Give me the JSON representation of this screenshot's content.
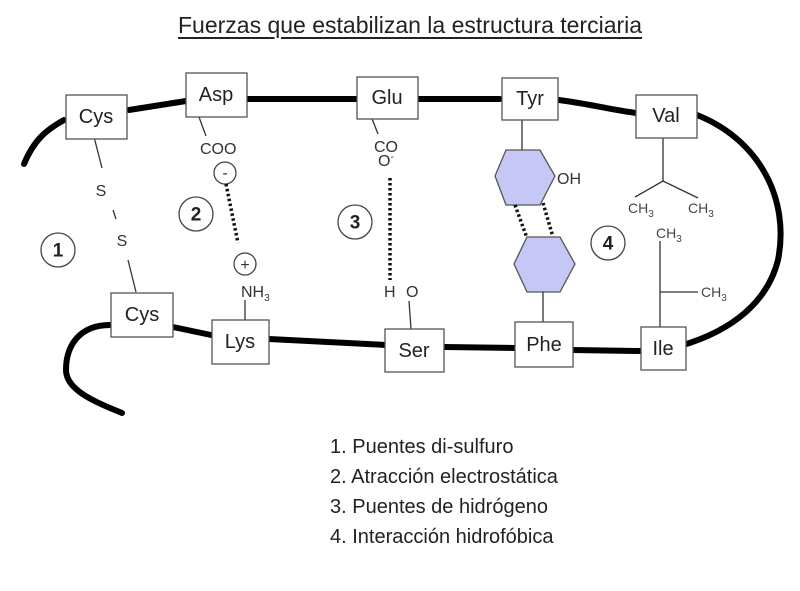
{
  "title": "Fuerzas que estabilizan la estructura terciaria",
  "residues": {
    "cys_top": "Cys",
    "asp": "Asp",
    "glu": "Glu",
    "tyr": "Tyr",
    "val": "Val",
    "cys_bottom": "Cys",
    "lys": "Lys",
    "ser": "Ser",
    "phe": "Phe",
    "ile": "Ile"
  },
  "groups": {
    "sulfur_1": "S",
    "sulfur_2": "S",
    "asp_carboxyl": "COO",
    "negative_charge": "-",
    "positive_charge": "+",
    "lys_amine": "NH",
    "lys_amine_sub": "3",
    "glu_carbonyl": "CO",
    "glu_oxygen": "O",
    "glu_oxygen_sup": "-",
    "ser_h": "H",
    "ser_o": "O",
    "tyr_hydroxyl": "OH",
    "methyl": "CH",
    "methyl_sub": "3"
  },
  "markers": [
    "1",
    "2",
    "3",
    "4"
  ],
  "ring_color": "#c6c7f5",
  "legend": [
    "1. Puentes di-sulfuro",
    "2. Atracción electrostática",
    "3. Puentes de hidrógeno",
    "4. Interacción hidrofóbica"
  ]
}
